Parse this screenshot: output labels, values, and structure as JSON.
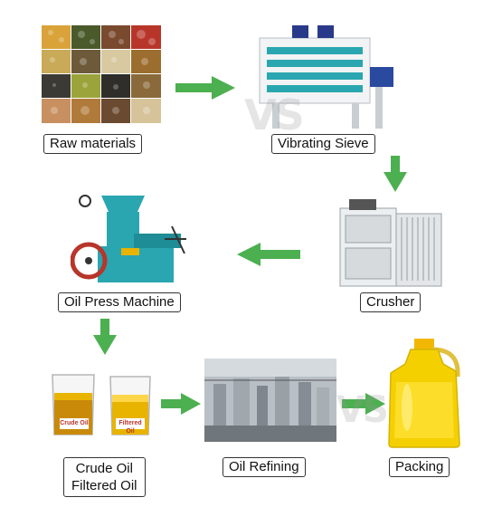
{
  "steps": {
    "raw_materials": {
      "label": "Raw materials"
    },
    "vibrating_sieve": {
      "label": "Vibrating Sieve"
    },
    "crusher": {
      "label": "Crusher"
    },
    "oil_press": {
      "label": "Oil Press Machine"
    },
    "crude_filtered": {
      "label_line1": "Crude Oil",
      "label_line2": "Filtered Oil",
      "beaker1_text": "Crude Oil",
      "beaker2_text": "Filtered Oil"
    },
    "oil_refining": {
      "label": "Oil Refining"
    },
    "packing": {
      "label": "Packing"
    }
  },
  "colors": {
    "arrow": "#4caf50",
    "machine_teal": "#2aa6b0",
    "oil_gold": "#e8b400"
  },
  "watermark": "VS"
}
